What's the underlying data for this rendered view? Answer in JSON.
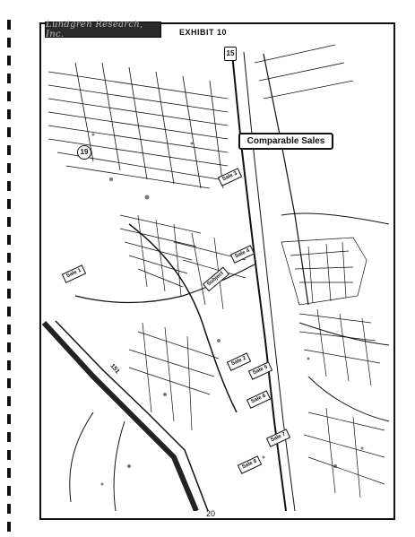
{
  "header": {
    "logo_text": "Lundgren Research, Inc.",
    "exhibit_title": "EXHIBIT 10"
  },
  "legend": {
    "comparable_sales_label": "Comparable Sales"
  },
  "routes": {
    "route_15": "15",
    "route_19": "19",
    "route_151": "151"
  },
  "sale_markers": [
    "Sale 1",
    "Sale 2",
    "Sale 3",
    "Sale 4",
    "Sale 5",
    "Sale 6",
    "Sale 7",
    "Sale 8",
    "Subject"
  ],
  "footer": {
    "page_number": "20"
  },
  "colors": {
    "ink": "#111111",
    "paper": "#ffffff",
    "logo_bg": "#2a2a2a"
  }
}
